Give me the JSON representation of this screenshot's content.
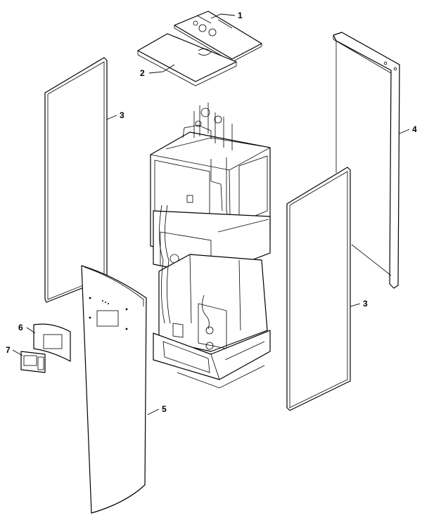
{
  "callouts": {
    "c1": "1",
    "c2": "2",
    "c3a": "3",
    "c3b": "3",
    "c4": "4",
    "c5": "5",
    "c6": "6",
    "c7": "7"
  }
}
